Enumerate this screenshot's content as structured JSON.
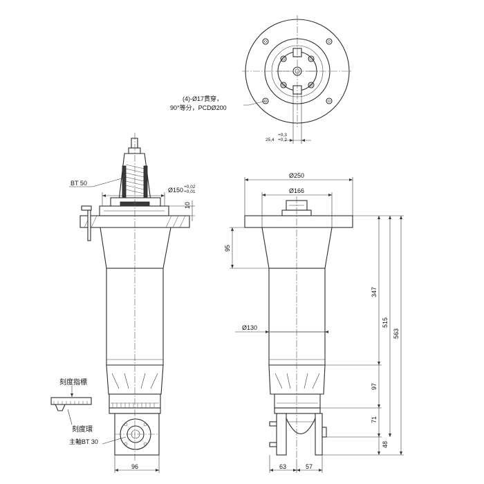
{
  "annotations": {
    "holes_note_line1": "(4)-Ø17貫穿，",
    "holes_note_line2": "90°等分，PCDØ200",
    "tol_25_4": "25,4",
    "tol_upper": "+0,3",
    "tol_lower": "+0,2",
    "bt50": "BT 50",
    "dia150": "Ø150",
    "dia150_upper": "+0,02",
    "dia150_lower": "+0,01",
    "dim_10": "10",
    "scale_pointer": "刻度指標",
    "scale_ring": "刻度環",
    "spindle_bt30": "主軸BT 30",
    "dim_96": "96",
    "dia250": "Ø250",
    "dia166": "Ø166",
    "dim_95": "95",
    "dia130": "Ø130",
    "dim_347": "347",
    "dim_515": "515",
    "dim_563": "563",
    "dim_97": "97",
    "dim_71": "71",
    "dim_48": "48",
    "dim_63": "63",
    "dim_57": "57"
  },
  "colors": {
    "line": "#2b2b2b",
    "background": "#ffffff"
  }
}
